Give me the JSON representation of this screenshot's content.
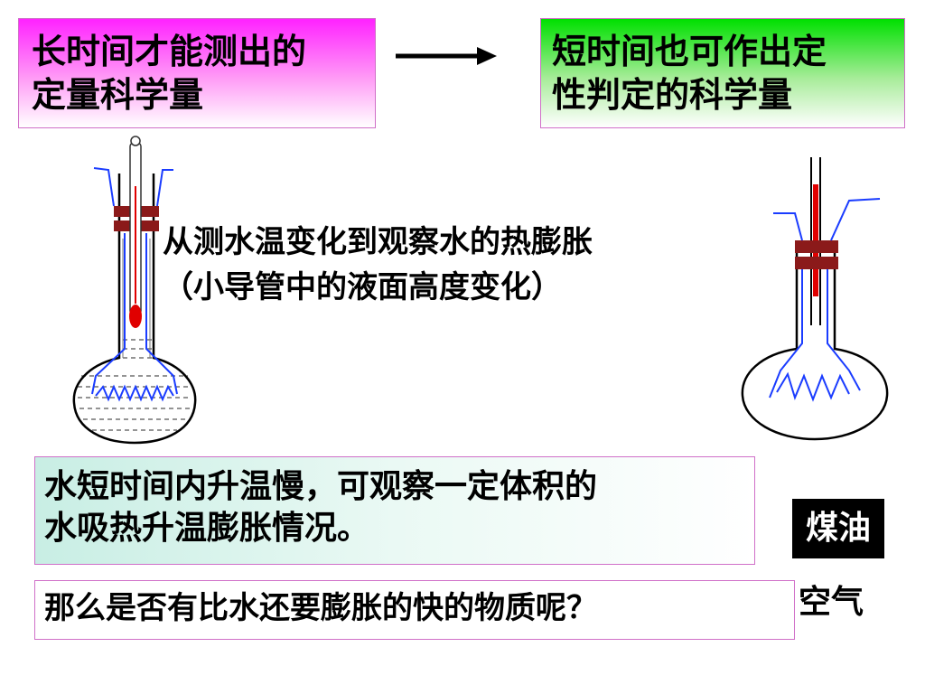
{
  "top_left_box": {
    "lines": [
      "长时间才能测出的",
      "定量科学量"
    ]
  },
  "top_right_box": {
    "lines": [
      "短时间也可作出定",
      "性判定的科学量"
    ]
  },
  "caption": {
    "lines": [
      "从测水温变化到观察水的热膨胀",
      "（小导管中的液面高度变化）"
    ]
  },
  "middle_box": {
    "lines": [
      "水短时间内升温慢，可观察一定体积的",
      "水吸热升温膨胀情况。"
    ]
  },
  "bottom_box": {
    "text": "那么是否有比水还要膨胀的快的物质呢？"
  },
  "labels": {
    "kerosene": "煤油",
    "air": "空气"
  },
  "colors": {
    "top_left_fill": "#ff22ff",
    "top_right_fill": "#00e000",
    "stopper": "#8b1a1a",
    "flame": "#1a3cff",
    "liquid_column": "#e00000"
  },
  "icons": [
    "right-arrow-icon",
    "flask-with-thermometer-icon",
    "flask-with-tube-icon"
  ]
}
